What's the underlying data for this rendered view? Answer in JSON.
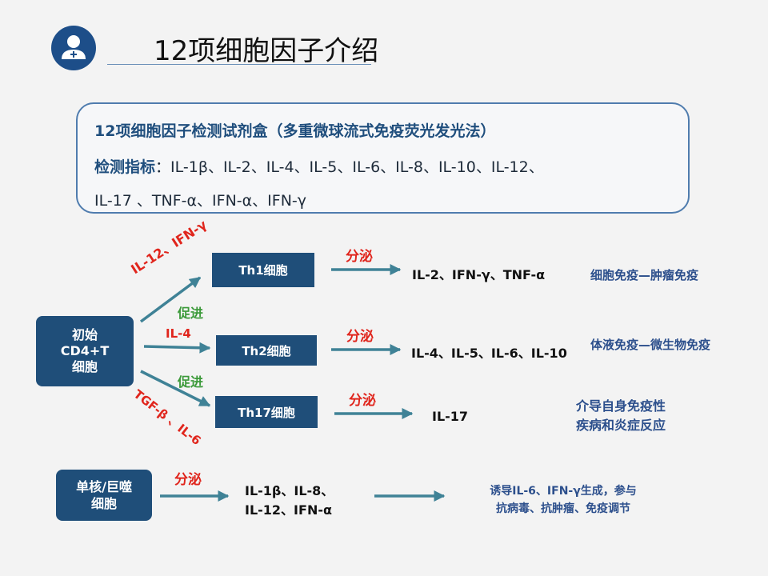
{
  "header": {
    "title": "12项细胞因子介绍",
    "logo_icon": "doctor-user-icon"
  },
  "info_box": {
    "line1": "12项细胞因子检测试剂盒（多重微球流式免疫荧光发光法）",
    "label": "检测指标",
    "colon": "：",
    "line2_items": "IL-1β、IL-2、IL-4、IL-5、IL-6、IL-8、IL-10、IL-12、",
    "line3": "IL-17 、TNF-α、IFN-α、IFN-γ"
  },
  "diagram": {
    "source_cell": [
      "初始",
      "CD4+T",
      "细胞"
    ],
    "th1": {
      "label": "Th1细胞",
      "inducer": "IL-12、IFN-γ",
      "secrete": "分泌",
      "outputs": "IL-2、IFN-γ、TNF-α",
      "effect": "细胞免疫—肿瘤免疫"
    },
    "promote1": "促进",
    "th2": {
      "label": "Th2细胞",
      "inducer": "IL-4",
      "secrete": "分泌",
      "outputs": "IL-4、IL-5、IL-6、IL-10",
      "effect": "体液免疫—微生物免疫"
    },
    "promote2": "促进",
    "th17": {
      "label": "Th17细胞",
      "inducer": "TGF-β 、IL-6",
      "secrete": "分泌",
      "outputs": "IL-17",
      "effect_lines": [
        "介导自身免疫性",
        "疾病和炎症反应"
      ]
    },
    "mono": {
      "label_lines": [
        "单核/巨噬",
        "细胞"
      ],
      "secrete": "分泌",
      "outputs_lines": [
        "IL-1β、IL-8、",
        "IL-12、IFN-α"
      ],
      "effect_lines": [
        "诱导IL-6、IFN-γ生成，参与",
        "抗病毒、抗肿瘤、免疫调节"
      ]
    }
  },
  "colors": {
    "box_fill": "#1f4e79",
    "arrow": "#3f8296",
    "red_label": "#e0251c",
    "green_label": "#3c9a3a",
    "effect_text": "#2c4f8c"
  }
}
